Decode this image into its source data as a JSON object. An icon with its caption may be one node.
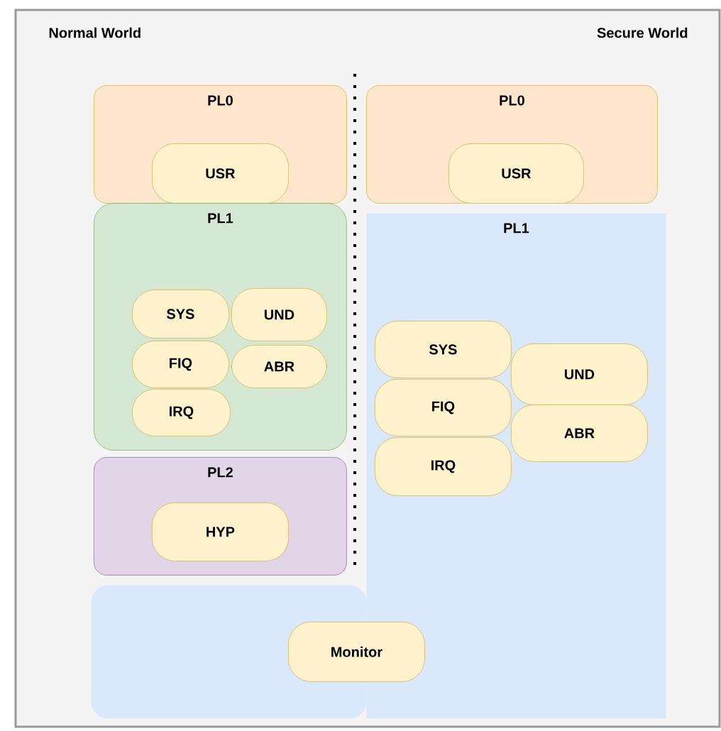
{
  "diagram": {
    "nodes": [
      {
        "text": [
          "PL0"
        ]
      },
      {
        "text": [
          "USR"
        ],
        "in": 0
      },
      {
        "text": [
          "PL0"
        ]
      },
      {
        "text": [
          "USR"
        ],
        "in": 2
      },
      {
        "text": [
          "PL1"
        ]
      },
      {
        "text": [
          "SYS"
        ],
        "in": 4
      },
      {
        "text": [
          "UND"
        ],
        "in": 4
      },
      {
        "text": [
          "FIQ"
        ],
        "in": 4
      },
      {
        "text": [
          "ABR"
        ],
        "in": 4
      },
      {
        "text": [
          "IRQ"
        ],
        "in": 4
      },
      {
        "text": [
          "PL1"
        ]
      },
      {
        "text": [
          "SYS"
        ],
        "in": 10
      },
      {
        "text": [
          "FIQ"
        ],
        "in": 10
      },
      {
        "text": [
          "IRQ"
        ],
        "in": 10
      },
      {
        "text": [
          "UND"
        ],
        "in": 10
      },
      {
        "text": [
          "ABR"
        ],
        "in": 10
      },
      {
        "text": [
          "PL2"
        ]
      },
      {
        "text": [
          "HYP"
        ],
        "in": 16
      },
      {
        "text": [],
        "shape": "box"
      },
      {
        "text": [
          "Monitor"
        ]
      }
    ],
    "labels": [
      "Normal World",
      "Secure World"
    ]
  }
}
